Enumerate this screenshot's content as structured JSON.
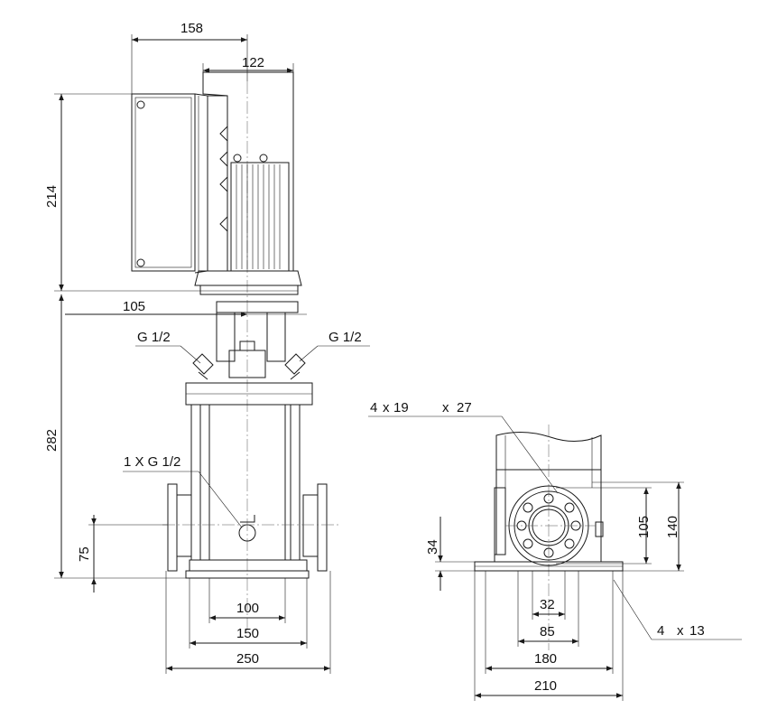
{
  "front_view": {
    "dim_motor_width": "158",
    "dim_motor_right": "122",
    "dim_motor_height": "214",
    "dim_half_width": "105",
    "dim_pump_height": "282",
    "dim_flange_height": "75",
    "dim_base_inner": "100",
    "dim_base_mid": "150",
    "dim_base_outer": "250",
    "label_vent_left": "G 1/2",
    "label_vent_right": "G 1/2",
    "label_drain": "1 X G 1/2"
  },
  "side_view": {
    "label_flange_holes_a": "4",
    "label_flange_holes_x1": "x",
    "label_flange_holes_b": "19",
    "label_flange_holes_x2": "x",
    "label_flange_holes_c": "27",
    "dim_flange_105": "105",
    "dim_flange_140": "140",
    "dim_base_height": "34",
    "dim_32": "32",
    "dim_85": "85",
    "dim_180": "180",
    "dim_210": "210",
    "label_base_holes_a": "4",
    "label_base_holes_x": "x",
    "label_base_holes_b": "13"
  }
}
